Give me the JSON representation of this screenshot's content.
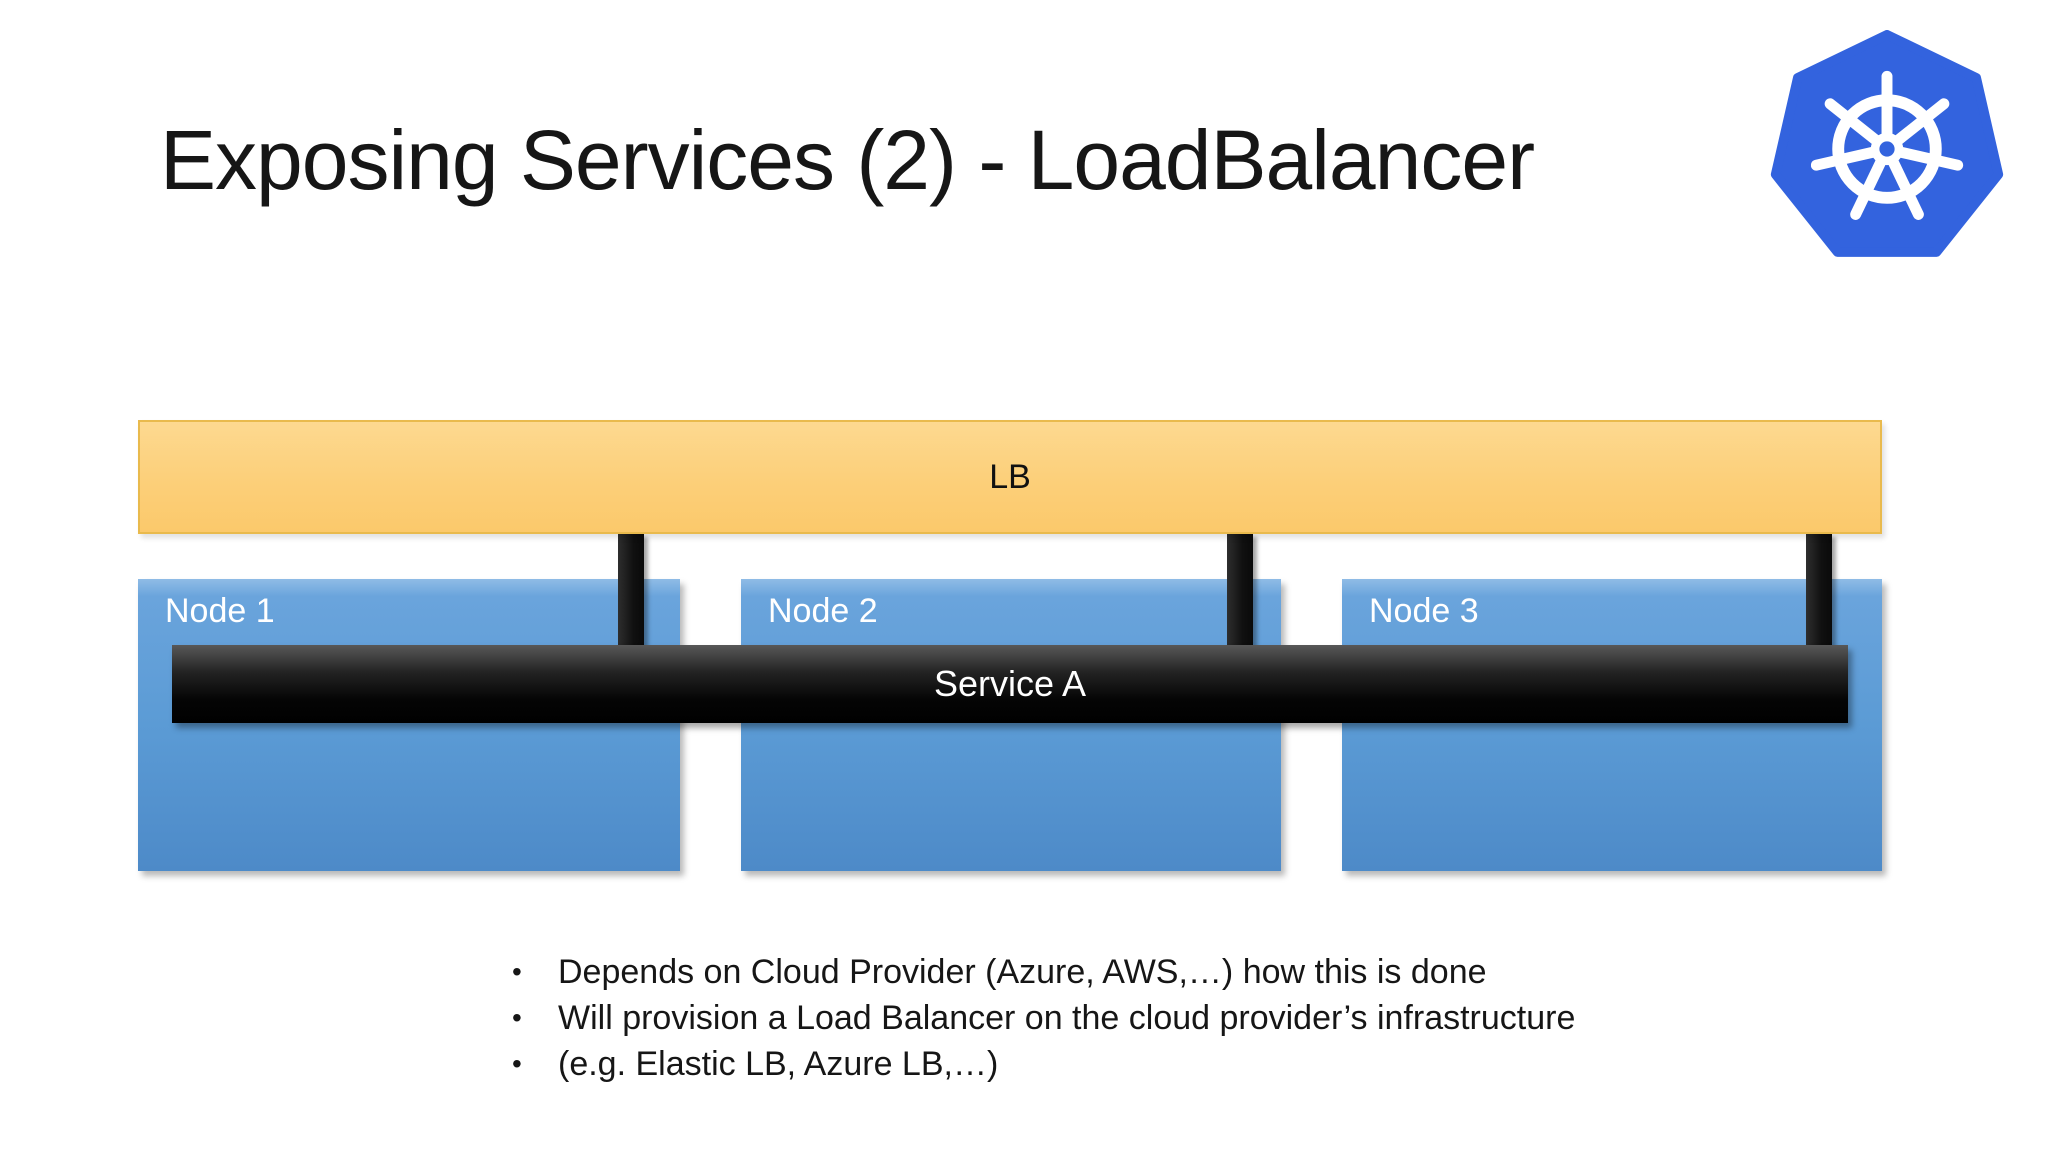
{
  "header": {
    "title": "Exposing Services (2) - LoadBalancer",
    "logo_icon": "kubernetes-logo"
  },
  "diagram": {
    "lb_label": "LB",
    "service_label": "Service A",
    "nodes": [
      {
        "label": "Node 1"
      },
      {
        "label": "Node 2"
      },
      {
        "label": "Node 3"
      }
    ],
    "connector_count": 3
  },
  "bullets": [
    "Depends on Cloud Provider (Azure, AWS,…) how this is done",
    "Will provision a Load Balancer on the cloud provider’s infrastructure",
    "(e.g. Elastic LB, Azure LB,…)"
  ],
  "bullet_marker": "•",
  "colors": {
    "background": "#ffffff",
    "title_text": "#161616",
    "lb_fill_top": "#fdd990",
    "lb_fill_bottom": "#fbc96b",
    "lb_border": "#e9ba4d",
    "node_fill": "#5b9bd5",
    "node_text": "#ffffff",
    "service_fill": "#000000",
    "service_text": "#ffffff",
    "connector_fill": "#101010",
    "kubernetes_blue": "#3363de"
  }
}
